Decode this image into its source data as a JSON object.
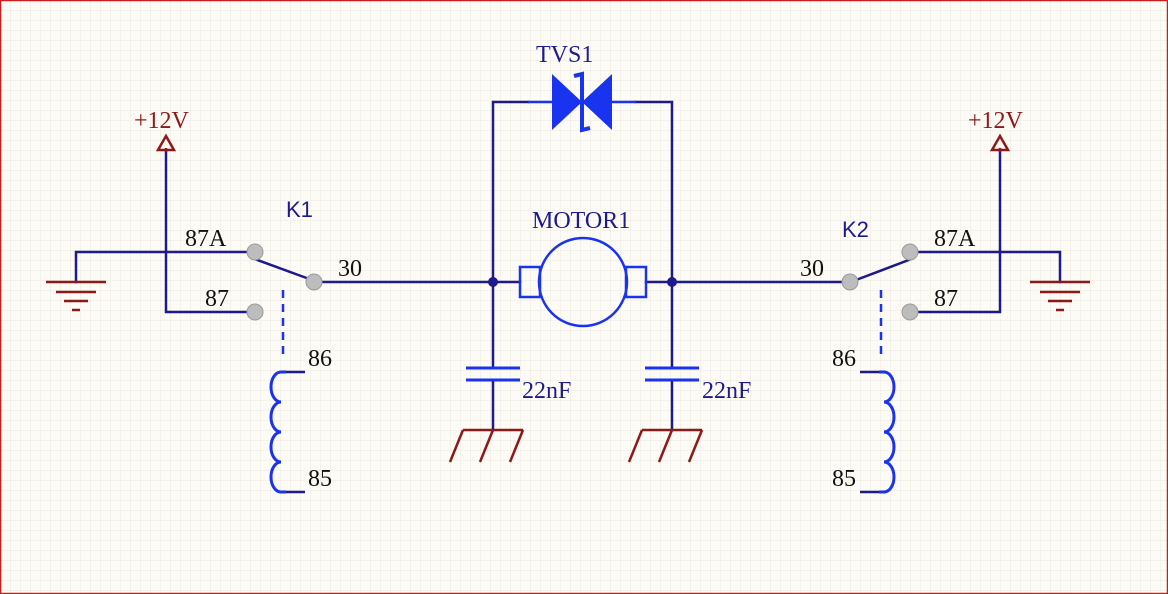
{
  "colors": {
    "background": "#fdfbf6",
    "grid": "#ece8de",
    "border": "#c81e1e",
    "wire": "#1c1a8c",
    "component": "#1a33ee",
    "power": "#8b1a1a",
    "pin_dot": "#bdbdbd",
    "junction": "#1c1a8c"
  },
  "components": {
    "tvs": {
      "designator": "TVS1",
      "type": "bidirectional-tvs-diode"
    },
    "motor": {
      "designator": "MOTOR1",
      "type": "dc-motor"
    },
    "cap_left": {
      "value": "22nF",
      "type": "capacitor"
    },
    "cap_right": {
      "value": "22nF",
      "type": "capacitor"
    },
    "relay_left": {
      "designator": "K1",
      "pins": {
        "nc": "87A",
        "no": "87",
        "com": "30",
        "coil_a": "86",
        "coil_b": "85"
      }
    },
    "relay_right": {
      "designator": "K2",
      "pins": {
        "nc": "87A",
        "no": "87",
        "com": "30",
        "coil_a": "86",
        "coil_b": "85"
      }
    }
  },
  "power": {
    "left_supply": "+12V",
    "right_supply": "+12V"
  },
  "symbols": {
    "ground": "ground-icon",
    "power_port": "power-arrow-icon"
  }
}
